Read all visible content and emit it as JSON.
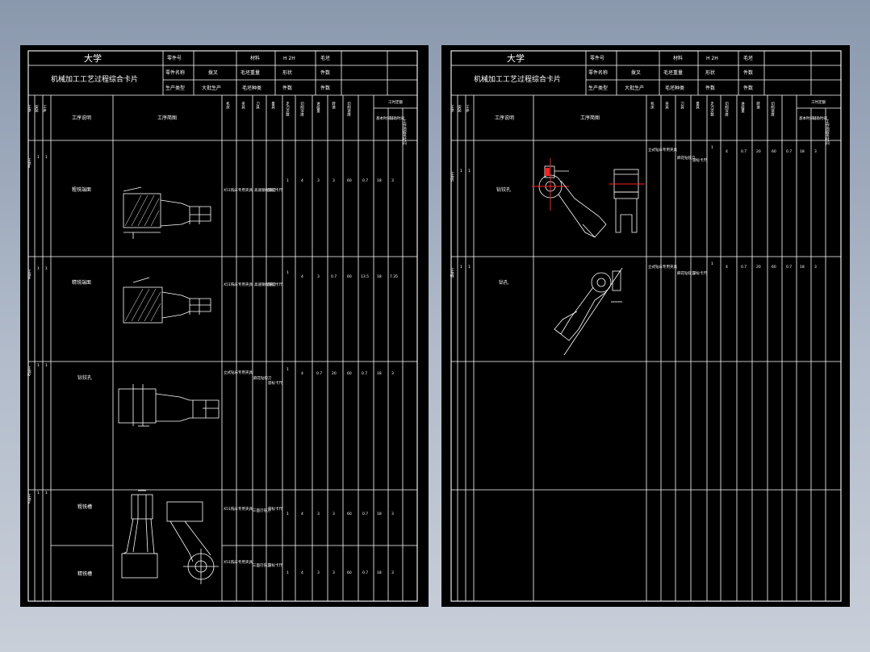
{
  "colors": {
    "background_top": "#8a98ad",
    "sheet": "#000000",
    "lines": "#ffffff",
    "center_lines": "#ff2020"
  },
  "header": {
    "university": "大学",
    "card_title": "机械加工工艺过程综合卡片",
    "row1": [
      "零件号",
      "材料",
      "H 2H",
      "毛坯"
    ],
    "row2": [
      "零件名称",
      "拨叉",
      "毛坯重量",
      "形状",
      "件数"
    ],
    "row3": [
      "生产类型",
      "大批生产",
      "毛坯种类",
      "件数",
      "件数"
    ]
  },
  "columns": {
    "gongxu": "工序",
    "anzhuang": "安装",
    "gongbu": "工步",
    "gongxu_desc": "工序说明",
    "gongxu_jiantu": "工序简图",
    "jichuang": "机床",
    "jiaju": "夹具",
    "daoju": "刀具",
    "liangju": "量具",
    "zoudao": "走刀次数",
    "qiexue": "切削深度",
    "jinji": "进给量",
    "zhuansu": "转速",
    "qiexue_sudu": "切削速度",
    "jiben": "基本时间",
    "fuzhu": "辅助时间",
    "gongzuo": "工作地服务时间",
    "shijian_group": "工时定额"
  },
  "left_rows": [
    {
      "label": "粗铣端面",
      "gongxu": "工序Ⅱ",
      "anzhuang": "1",
      "gongbu": "1",
      "jichuang": "X51铣床",
      "jiaju": "专用夹具",
      "daoju": "高速钢端铣刀",
      "liangju": "游标卡尺",
      "nums": [
        "1",
        "4",
        "3",
        "3",
        "60",
        "0.7",
        "18",
        "3"
      ]
    },
    {
      "label": "精铣端面",
      "gongxu": "工序Ⅲ",
      "anzhuang": "1",
      "gongbu": "1",
      "jichuang": "X51铣床",
      "jiaju": "专用夹具",
      "daoju": "高速钢端铣刀",
      "liangju": "游标卡尺",
      "nums": [
        "1",
        "4",
        "3",
        "0.7",
        "60",
        "13.5",
        "18",
        "7.35"
      ]
    },
    {
      "label": "钻铰孔",
      "gongxu": "工序Ⅳ",
      "anzhuang": "1",
      "gongbu": "1",
      "jichuang": "立式钻床",
      "jiaju": "专用夹具",
      "daoju": "麻花钻铰刀",
      "liangju": "游标卡尺",
      "nums": [
        "1",
        "4",
        "0.7",
        "20",
        "60",
        "0.7",
        "18",
        "3"
      ]
    },
    {
      "label": "粗铣槽",
      "gongxu": "工序Ⅴ",
      "anzhuang": "1",
      "gongbu": "1",
      "jichuang": "X51铣床",
      "jiaju": "专用夹具",
      "daoju": "三面刃铣刀",
      "liangju": "游标卡尺",
      "nums": [
        "1",
        "4",
        "3",
        "3",
        "60",
        "0.7",
        "18",
        "3"
      ]
    },
    {
      "label": "精铣槽",
      "gongxu": "",
      "anzhuang": "",
      "gongbu": "",
      "jichuang": "X51铣床",
      "jiaju": "专用夹具",
      "daoju": "三面刃铣刀",
      "liangju": "游标卡尺",
      "nums": [
        "1",
        "4",
        "3",
        "3",
        "60",
        "0.7",
        "18",
        "3"
      ]
    }
  ],
  "right_rows": [
    {
      "label": "钻铰孔",
      "gongxu": "工序Ⅵ",
      "anzhuang": "1",
      "gongbu": "1",
      "jichuang": "立式钻床",
      "jiaju": "专用夹具",
      "daoju": "麻花钻铰刀",
      "liangju": "游标卡尺",
      "nums": [
        "1",
        "4",
        "0.7",
        "20",
        "60",
        "0.7",
        "18",
        "3"
      ]
    },
    {
      "label": "钻孔",
      "gongxu": "工序Ⅶ",
      "anzhuang": "1",
      "gongbu": "1",
      "jichuang": "立式钻床",
      "jiaju": "专用夹具",
      "daoju": "麻花钻铰刀",
      "liangju": "游标卡尺",
      "nums": [
        "1",
        "4",
        "0.7",
        "20",
        "60",
        "0.7",
        "18",
        "3"
      ]
    }
  ]
}
